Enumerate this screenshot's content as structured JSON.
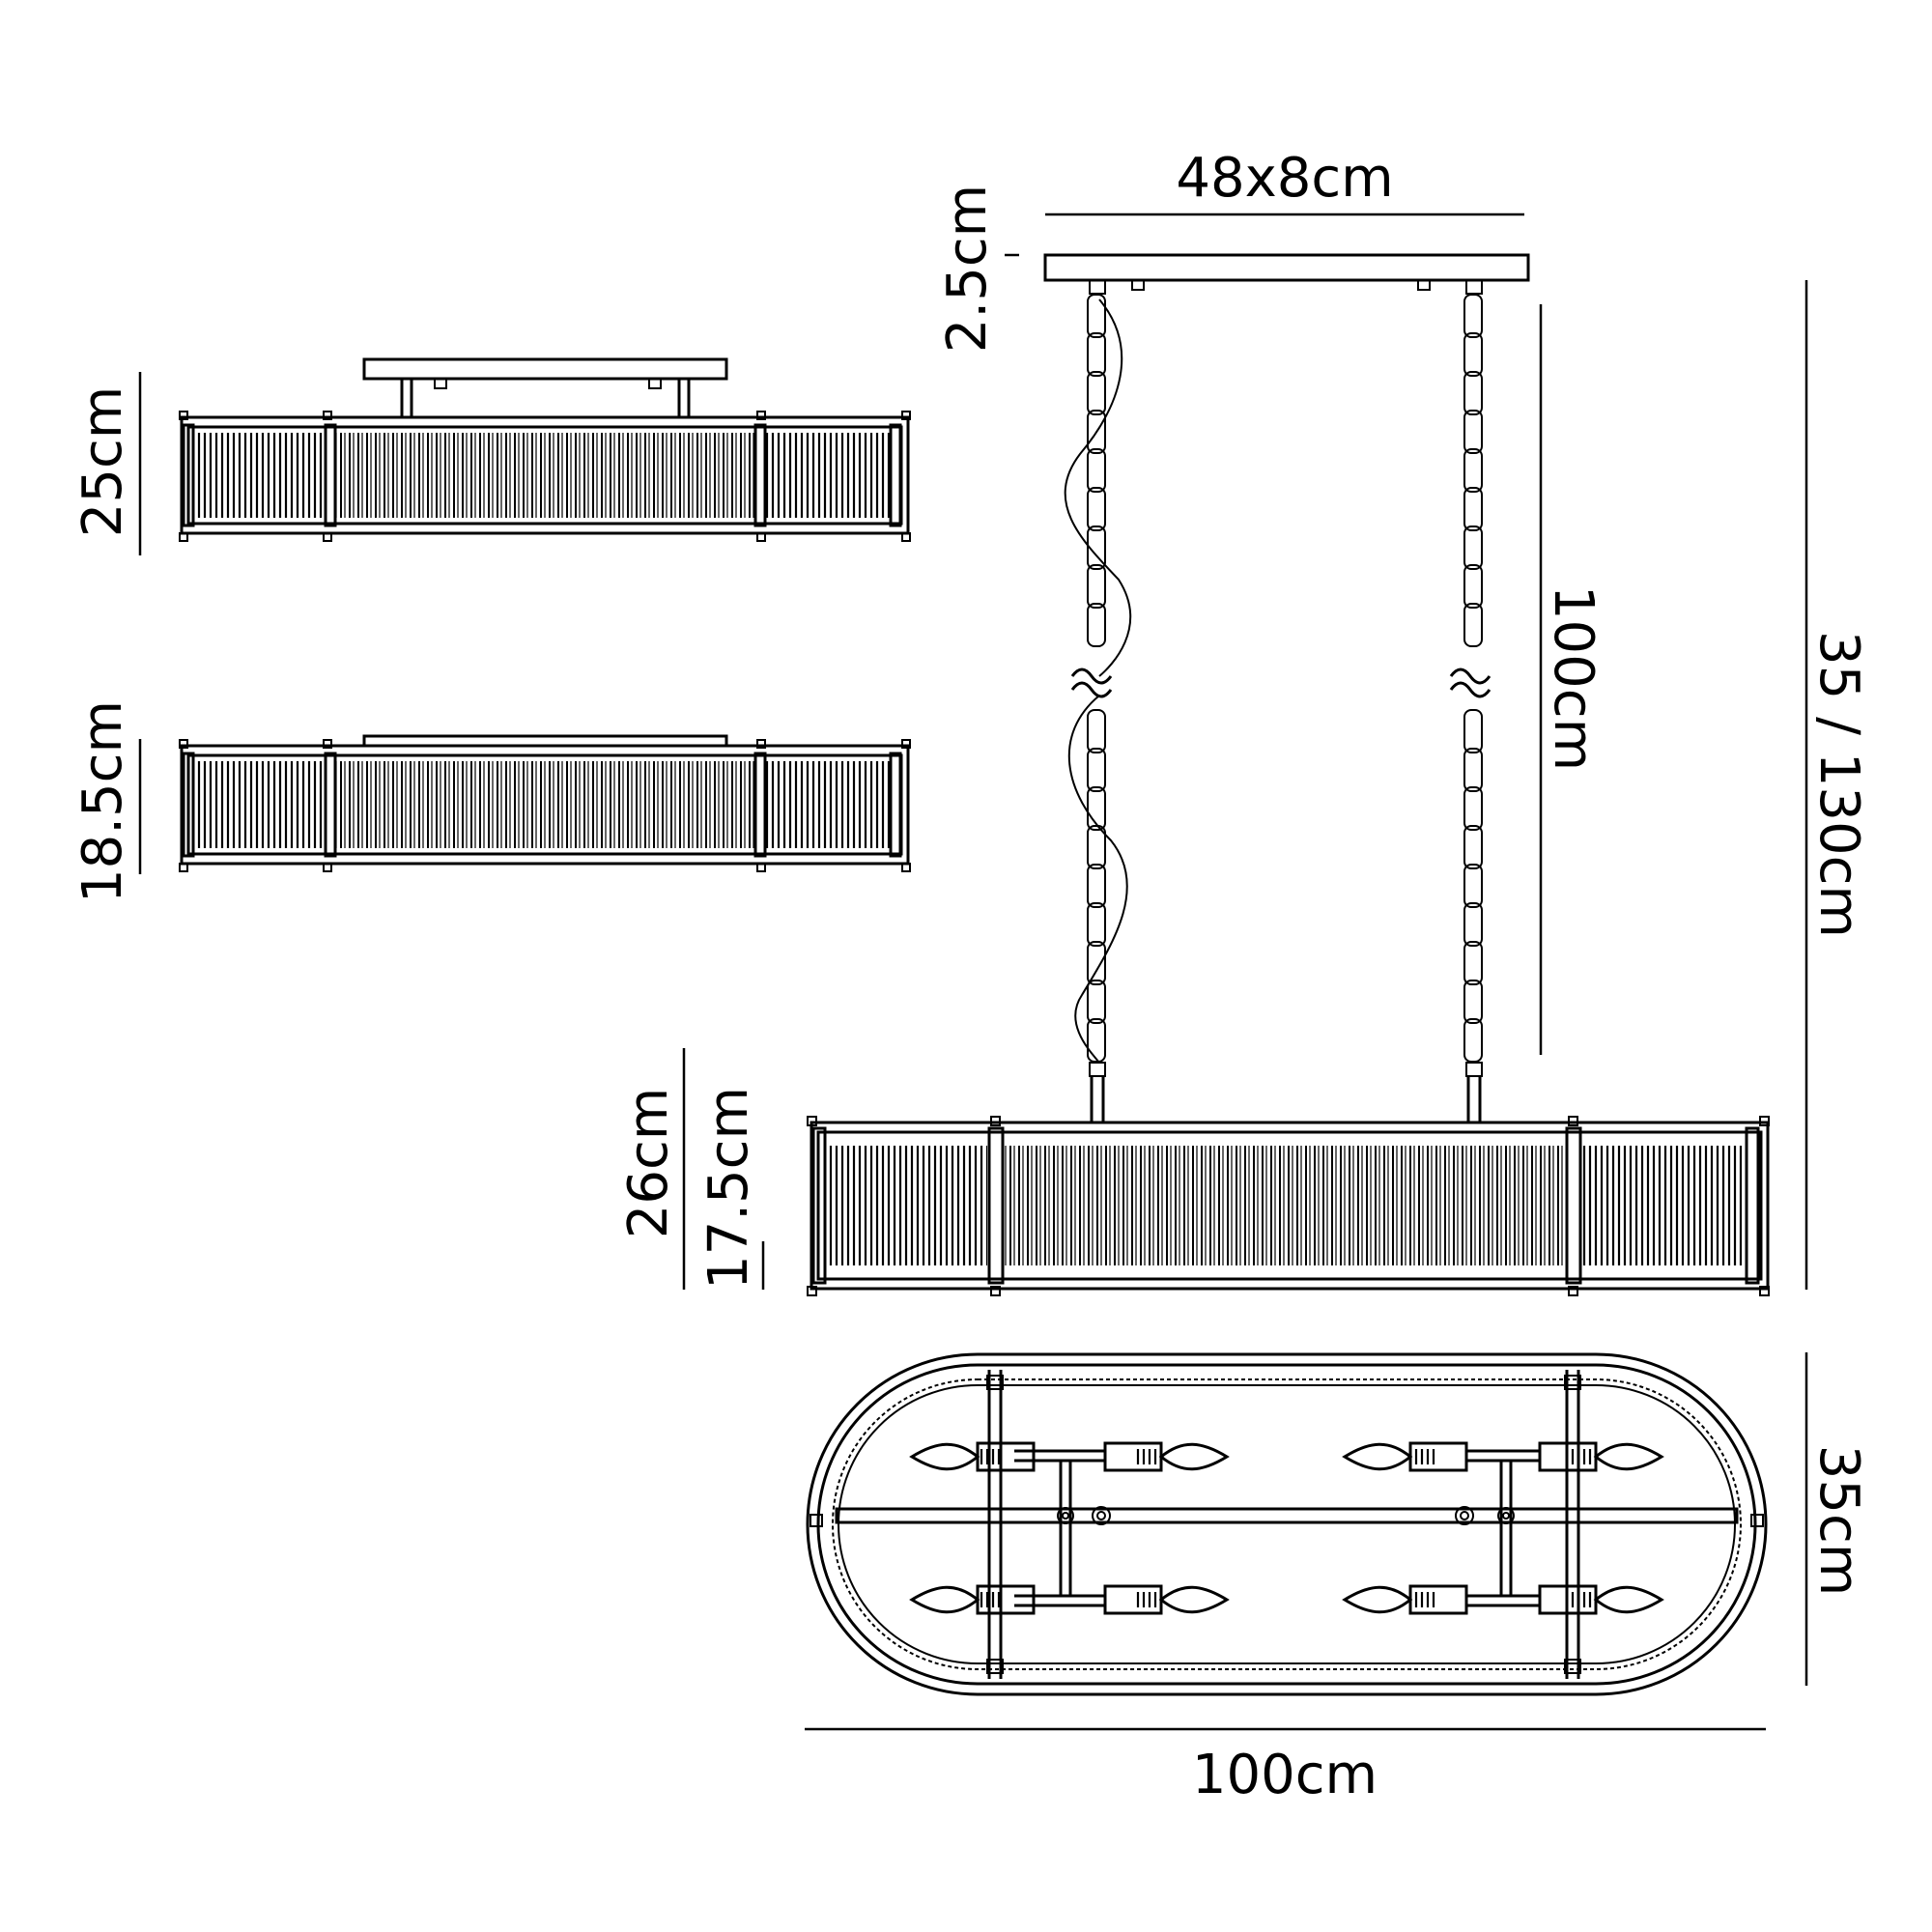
{
  "dimensions": {
    "canopy_size": "48x8cm",
    "canopy_height": "2.5cm",
    "chain_length": "100cm",
    "total_height": "35 / 130cm",
    "flush_height": "25cm",
    "semi_flush_height": "18.5cm",
    "pendant_height": "26cm",
    "shade_height": "17.5cm",
    "depth": "35cm",
    "width": "100cm"
  },
  "views": [
    "flush-mount-side-view",
    "semi-flush-side-view",
    "pendant-side-view",
    "top-plan-view"
  ],
  "colors": {
    "line": "#000000",
    "background": "#ffffff"
  }
}
